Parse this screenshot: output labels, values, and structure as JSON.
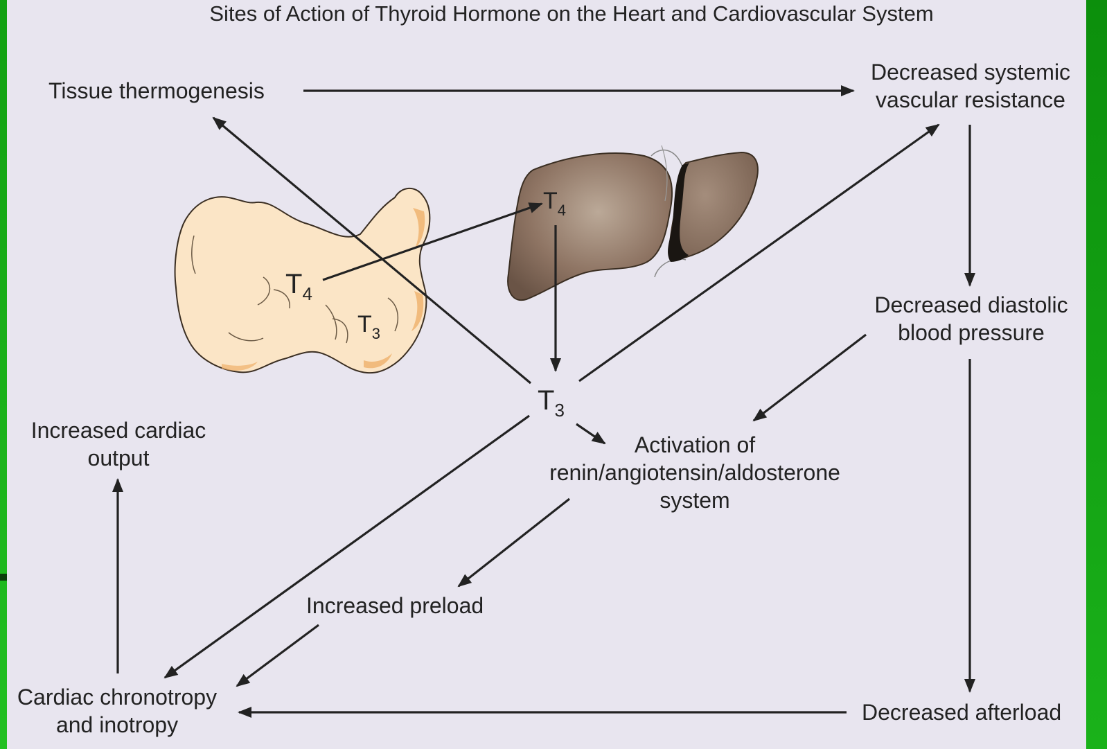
{
  "title": "Sites of Action of Thyroid Hormone on the Heart and Cardiovascular System",
  "nodes": {
    "tissue_thermogenesis": "Tissue thermogenesis",
    "svr_line1": "Decreased systemic",
    "svr_line2": "vascular resistance",
    "dbp_line1": "Decreased diastolic",
    "dbp_line2": "blood pressure",
    "raas_line1": "Activation of",
    "raas_line2": "renin/angiotensin/aldosterone",
    "raas_line3": "system",
    "co_line1": "Increased cardiac",
    "co_line2": "output",
    "preload": "Increased preload",
    "chrono_line1": "Cardiac chronotropy",
    "chrono_line2": "and inotropy",
    "afterload": "Decreased afterload"
  },
  "hormones": {
    "t_letter": "T",
    "t4_sub": "4",
    "t3_sub": "3"
  },
  "illustrations": {
    "thyroid": "thyroid-gland",
    "liver": "liver"
  },
  "colors": {
    "background": "#e8e5ef",
    "frame": "#1aa81a",
    "arrow": "#222222",
    "thyroid_fill": "#fbe5c6",
    "liver_fill": "#8e7463"
  }
}
